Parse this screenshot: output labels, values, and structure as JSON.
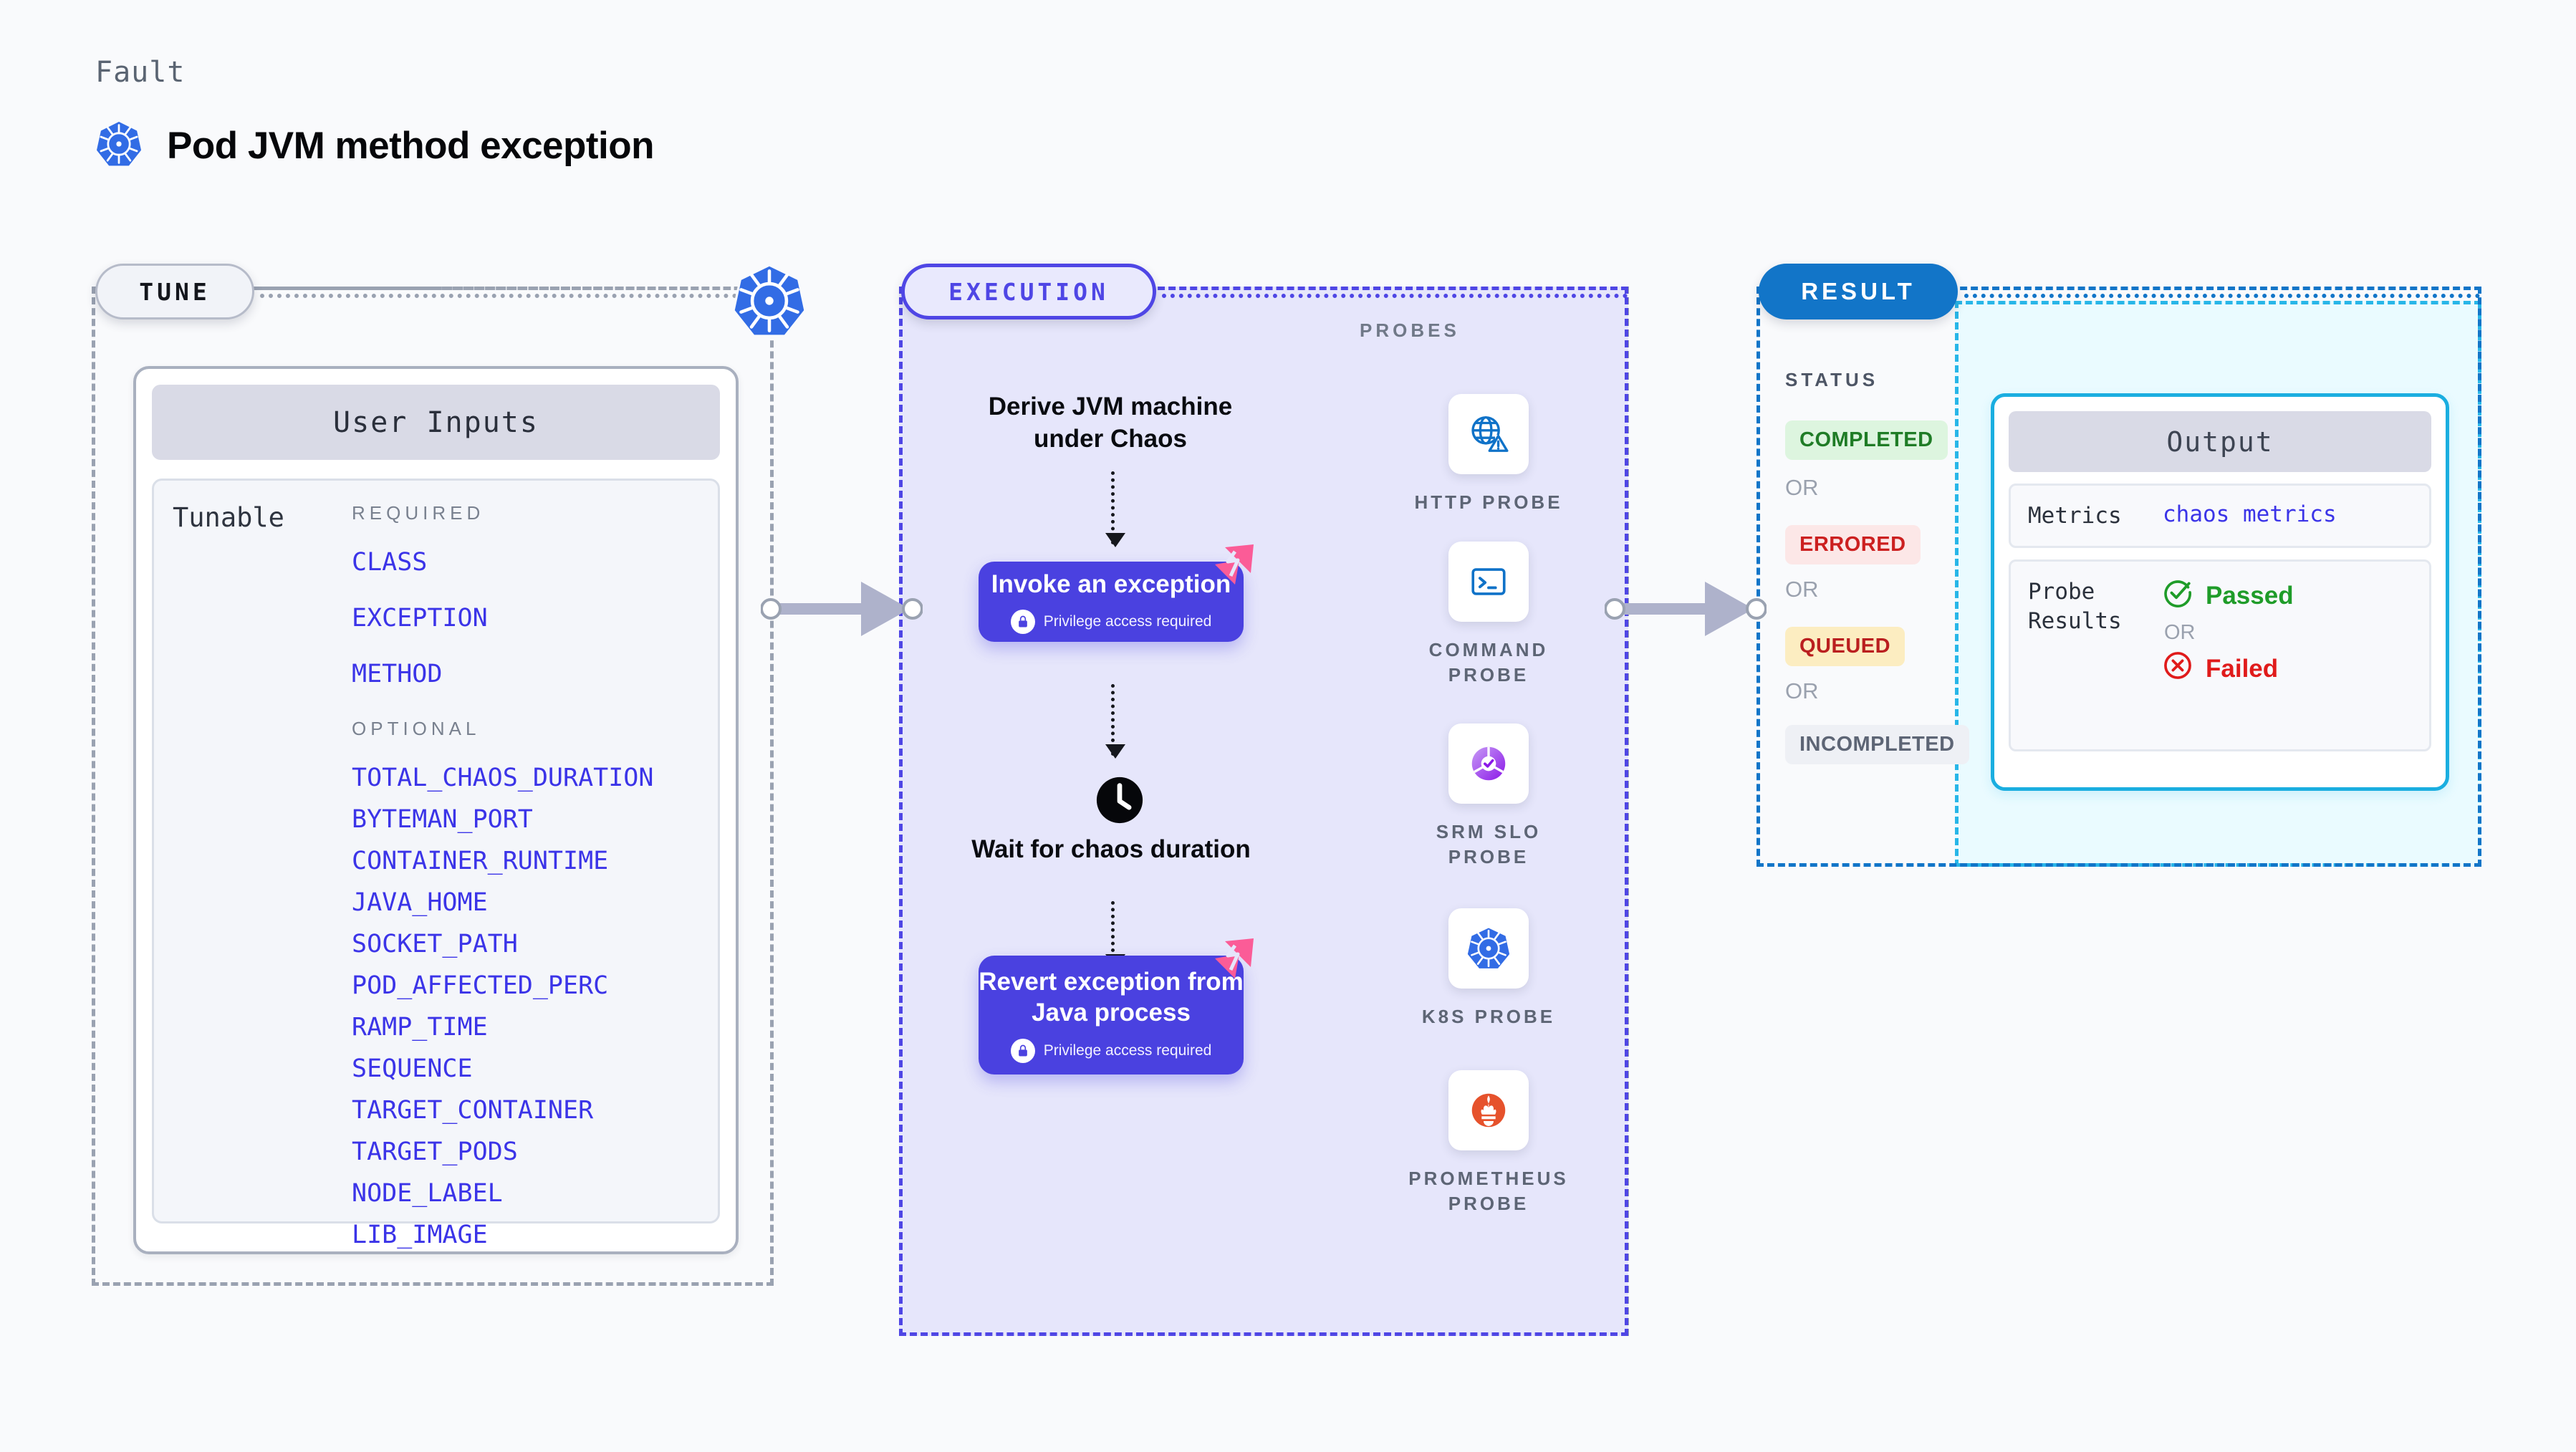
{
  "header": {
    "eyebrow": "Fault",
    "title": "Pod JVM method exception",
    "icon": "kubernetes-icon"
  },
  "lanes": {
    "tune": {
      "badge": "TUNE",
      "border_color": "#9aa2b1"
    },
    "execution": {
      "badge": "EXECUTION",
      "border_color": "#4f46e5"
    },
    "probes": {
      "title": "PROBES",
      "border_color": "#9aa2b1"
    },
    "result": {
      "badge": "RESULT",
      "border_color": "#1275c8"
    },
    "output_region": {
      "border_color": "#28b6e8"
    }
  },
  "tune": {
    "card_title": "User Inputs",
    "tunable_label": "Tunable",
    "required_label": "REQUIRED",
    "optional_label": "OPTIONAL",
    "required": [
      "CLASS",
      "EXCEPTION",
      "METHOD"
    ],
    "optional": [
      "TOTAL_CHAOS_DURATION",
      "BYTEMAN_PORT",
      "CONTAINER_RUNTIME",
      "JAVA_HOME",
      "SOCKET_PATH",
      "POD_AFFECTED_PERC",
      "RAMP_TIME",
      "SEQUENCE",
      "TARGET_CONTAINER",
      "TARGET_PODS",
      "NODE_LABEL",
      "LIB_IMAGE"
    ],
    "param_color": "#3b34e8"
  },
  "execution": {
    "step_label": "Derive JVM machine under Chaos",
    "cards": [
      {
        "title": "Invoke an exception",
        "note": "Privilege access required",
        "note_icon": "lock-icon",
        "corner_icon": "litmus-icon"
      },
      {
        "title": "Revert exception from Java process",
        "note": "Privilege access required",
        "note_icon": "lock-icon",
        "corner_icon": "litmus-icon"
      }
    ],
    "wait": {
      "icon": "clock-icon",
      "label": "Wait for chaos duration"
    },
    "card_color": "#4a41e0"
  },
  "probes": [
    {
      "name": "HTTP PROBE",
      "icon": "globe-warning-icon"
    },
    {
      "name": "COMMAND PROBE",
      "icon": "terminal-icon"
    },
    {
      "name": "SRM SLO PROBE",
      "icon": "slo-donut-check-icon"
    },
    {
      "name": "K8S PROBE",
      "icon": "kubernetes-icon"
    },
    {
      "name": "PROMETHEUS PROBE",
      "icon": "prometheus-icon"
    }
  ],
  "result": {
    "status_label": "STATUS",
    "or_label": "OR",
    "statuses": [
      {
        "label": "COMPLETED",
        "bg": "#ddf5df",
        "fg": "#1f7c26"
      },
      {
        "label": "ERRORED",
        "bg": "#fce7e7",
        "fg": "#cc2020"
      },
      {
        "label": "QUEUED",
        "bg": "#fcedc1",
        "fg": "#ba1f1f"
      },
      {
        "label": "INCOMPLETED",
        "bg": "#eef0f5",
        "fg": "#5d6575"
      }
    ]
  },
  "output": {
    "card_title": "Output",
    "metrics_key": "Metrics",
    "metrics_value": "chaos metrics",
    "probe_results_key": "Probe Results",
    "passed_label": "Passed",
    "passed_icon": "check-circle-icon",
    "or_label": "OR",
    "failed_label": "Failed",
    "failed_icon": "x-circle-icon"
  }
}
